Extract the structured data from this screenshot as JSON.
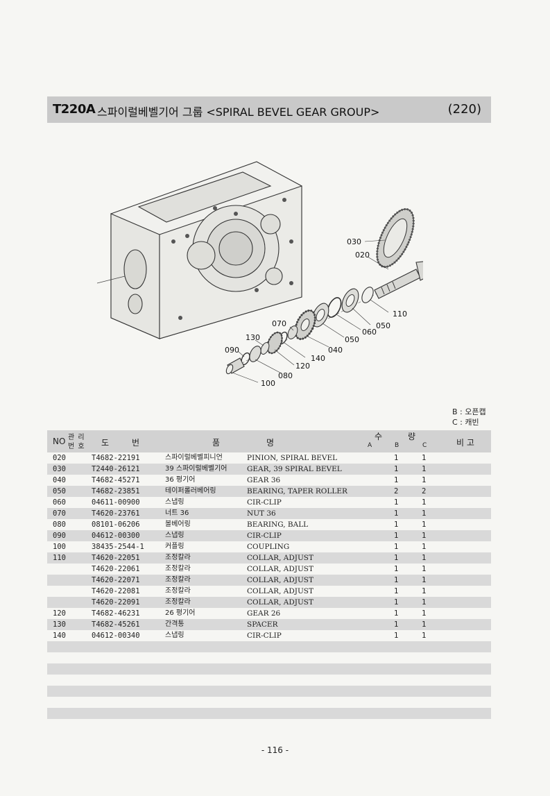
{
  "header": {
    "model": "T220A",
    "title": "스파이럴베벨기어 그룹 <SPIRAL BEVEL GEAR GROUP>",
    "code": "(220)"
  },
  "diagram_labels": {
    "l030": "030",
    "l020": "020",
    "l110": "110",
    "l050a": "050",
    "l060": "060",
    "l050b": "050",
    "l040": "040",
    "l070": "070",
    "l140": "140",
    "l130": "130",
    "l120": "120",
    "l090": "090",
    "l080": "080",
    "l100": "100"
  },
  "legend": {
    "b": "B : 오픈캡",
    "c": "C : 캐빈"
  },
  "table": {
    "headers": {
      "no": "NO",
      "mgmt_top": "관 리",
      "mgmt_bottom": "번 호",
      "drawing": "도",
      "number": "번",
      "name_kr": "품",
      "name_en": "명",
      "qty": "수",
      "qty2": "량",
      "col_a": "A",
      "col_b": "B",
      "col_c": "C",
      "remarks": "비 고"
    },
    "rows": [
      {
        "no": "020",
        "part": "T4682-22191",
        "kr": "스파이럴베벨피니언",
        "en": "PINION, SPIRAL BEVEL",
        "b": "1",
        "c": "1"
      },
      {
        "no": "030",
        "part": "T2440-26121",
        "kr": "39 스파이럴베벨기어",
        "en": "GEAR, 39 SPIRAL BEVEL",
        "b": "1",
        "c": "1"
      },
      {
        "no": "040",
        "part": "T4682-45271",
        "kr": "36 평기어",
        "en": "GEAR 36",
        "b": "1",
        "c": "1"
      },
      {
        "no": "050",
        "part": "T4682-23851",
        "kr": "테이퍼롤러베어링",
        "en": "BEARING, TAPER ROLLER",
        "b": "2",
        "c": "2"
      },
      {
        "no": "060",
        "part": "04611-00900",
        "kr": "스냅링",
        "en": "CIR-CLIP",
        "b": "1",
        "c": "1"
      },
      {
        "no": "070",
        "part": "T4620-23761",
        "kr": "너트 36",
        "en": "NUT 36",
        "b": "1",
        "c": "1"
      },
      {
        "no": "080",
        "part": "08101-06206",
        "kr": "볼베어링",
        "en": "BEARING, BALL",
        "b": "1",
        "c": "1"
      },
      {
        "no": "090",
        "part": "04612-00300",
        "kr": "스냅링",
        "en": "CIR-CLIP",
        "b": "1",
        "c": "1"
      },
      {
        "no": "100",
        "part": "38435-2544-1",
        "kr": "커플링",
        "en": "COUPLING",
        "b": "1",
        "c": "1"
      },
      {
        "no": "110",
        "part": "T4620-22051",
        "kr": "조정칼라",
        "en": "COLLAR, ADJUST",
        "b": "1",
        "c": "1"
      },
      {
        "no": "",
        "part": "T4620-22061",
        "kr": "조정칼라",
        "en": "COLLAR, ADJUST",
        "b": "1",
        "c": "1"
      },
      {
        "no": "",
        "part": "T4620-22071",
        "kr": "조정칼라",
        "en": "COLLAR, ADJUST",
        "b": "1",
        "c": "1"
      },
      {
        "no": "",
        "part": "T4620-22081",
        "kr": "조정칼라",
        "en": "COLLAR, ADJUST",
        "b": "1",
        "c": "1"
      },
      {
        "no": "",
        "part": "T4620-22091",
        "kr": "조정칼라",
        "en": "COLLAR, ADJUST",
        "b": "1",
        "c": "1"
      },
      {
        "no": "120",
        "part": "T4682-46231",
        "kr": "26 평기어",
        "en": "GEAR 26",
        "b": "1",
        "c": "1"
      },
      {
        "no": "130",
        "part": "T4682-45261",
        "kr": "간격통",
        "en": "SPACER",
        "b": "1",
        "c": "1"
      },
      {
        "no": "140",
        "part": "04612-00340",
        "kr": "스냅링",
        "en": "CIR-CLIP",
        "b": "1",
        "c": "1"
      }
    ]
  },
  "footer": {
    "page": "- 116 -"
  }
}
